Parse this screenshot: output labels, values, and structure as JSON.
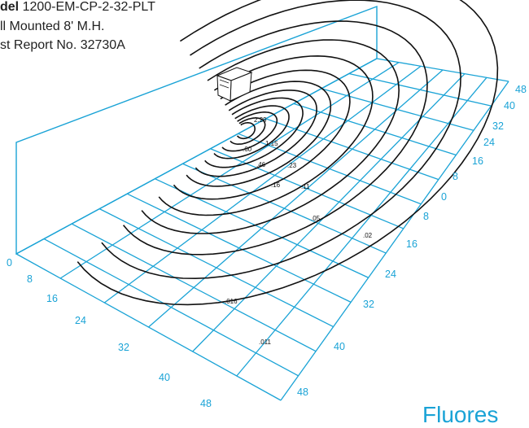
{
  "header": {
    "model_label": "del",
    "model_number": "1200-EM-CP-2-32-PLT",
    "mounting": "ll Mounted 8' M.H.",
    "report": "st Report No. 32730A"
  },
  "axes": {
    "left_ticks": [
      "0",
      "8",
      "16",
      "24",
      "32",
      "40",
      "48"
    ],
    "right_ticks": [
      "48",
      "40",
      "32",
      "24",
      "16",
      "8",
      "0",
      "8",
      "16",
      "24",
      "32",
      "40",
      "48"
    ]
  },
  "contour_labels": [
    "2.29",
    "1.15",
    ".60",
    ".46",
    ".23",
    ".16",
    ".11",
    ".05",
    ".02",
    ".016",
    ".011"
  ],
  "brand": {
    "text": "Fluores"
  },
  "colors": {
    "grid": "#1aa3d6",
    "contour": "#111111",
    "text": "#222222"
  },
  "icons": {
    "fixture": "exit-fixture-icon"
  }
}
